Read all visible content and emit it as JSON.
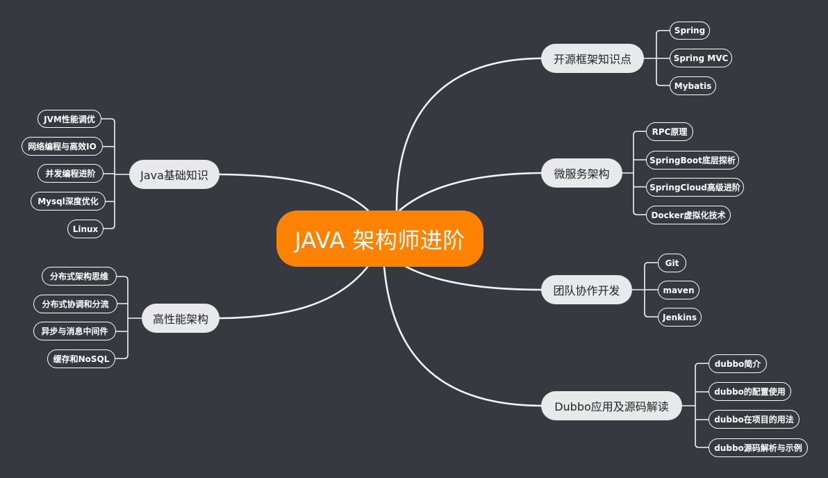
{
  "central": "JAVA 架构师进阶",
  "branches": [
    {
      "label": "开源框架知识点",
      "children": [
        "Spring",
        "Spring MVC",
        "Mybatis"
      ]
    },
    {
      "label": "微服务架构",
      "children": [
        "RPC原理",
        "SpringBoot底层探析",
        "SpringCloud高级进阶",
        "Docker虚拟化技术"
      ]
    },
    {
      "label": "团队协作开发",
      "children": [
        "Git",
        "maven",
        "Jenkins"
      ]
    },
    {
      "label": "Dubbo应用及源码解读",
      "children": [
        "dubbo简介",
        "dubbo的配置使用",
        "dubbo在项目的用法",
        "dubbo源码解析与示例"
      ]
    },
    {
      "label": "Java基础知识",
      "children": [
        "JVM性能调优",
        "网络编程与高效IO",
        "并发编程进阶",
        "Mysql深度优化",
        "Linux"
      ]
    },
    {
      "label": "高性能架构",
      "children": [
        "分布式架构思维",
        "分布式协调和分流",
        "异步与消息中间件",
        "缓存和NoSQL"
      ]
    }
  ],
  "colors": {
    "background": "#363a40",
    "central": "#ff8200",
    "branch": "#e8e9eb",
    "line": "#ffffff"
  }
}
